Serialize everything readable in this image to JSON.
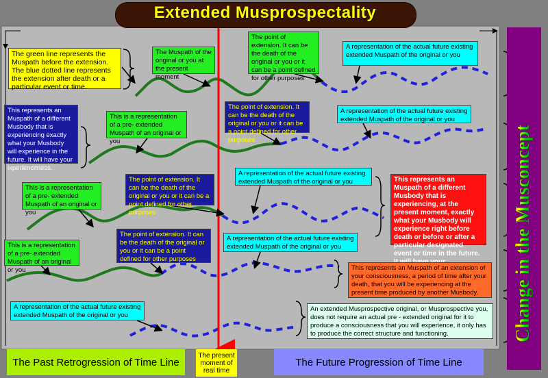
{
  "title": "Extended Musprospectality",
  "side_label": "Change in the Musconcept",
  "bottom": {
    "past": "The Past Retrogression of Time Line",
    "present": "The present moment of real time",
    "future": "The Future Progression of Time Line"
  },
  "boxes": {
    "legend": "The green line represents the Muspath before the extension. The blue dotted line represents the extension after death or a particular event or time.",
    "muspath_now": "The Muspath of the original or you at the present moment",
    "ext1": "The point of extension. It can be the death of the original or you or it can be a point defined for other purposes",
    "future1": "A representation of the actual future existing extended Muspath of the original or you",
    "different1": "This represents an Muspath of a different Musbody that is experiencing exactly what your Musbody will experience in the future. It will have your ixperiencitness.",
    "pre1": "This is a representation of a pre- extended Muspath of an original or you",
    "ext2": "The point of extension. It can be the death of the original or you or it can be a point defined for other purposes",
    "future2": "A representation of the actual future existing extended Muspath of the original or you",
    "pre2": "This is a representation of a pre- extended Muspath of an original or you",
    "ext3": "The point of extension. It can be the death of the original or you or it can be a point defined for other purposes",
    "future3": "A representation of the actual future existing extended Muspath of the original or you",
    "different2": "This represents an Muspath of a different Musbody that is experiencing, at the present moment, exactly what your Musbody will experience right before death or before or after a particular designated event or time in the future. It will have your ixperiencitness.",
    "pre3": "This is a representation of a pre- extended Muspath of an original or you",
    "ext4": "The point of extension. It can be the death of the original or you or it can be a point defined for other purposes",
    "future4": "A representation of the actual future existing extended Muspath of the original or you",
    "extension_consciousness": "This represents an Muspath of an extension of your consciousness, a period of time after your death, that you will be experiencing at the present time produced by another Musbody.",
    "future5": "A representation of the actual future existing extended Muspath of the original or you",
    "musprospective": "An extended Musprospective original, or Musprospective you, does not require an actual pre - extended original for it to produce a consciousness that you will experience, it only has to produce the correct structure and functioning."
  },
  "colors": {
    "green_line": "#1f7a1f",
    "blue_dotted": "#2020dd",
    "time_line": "#ff0000",
    "title_text": "#ffff00"
  }
}
